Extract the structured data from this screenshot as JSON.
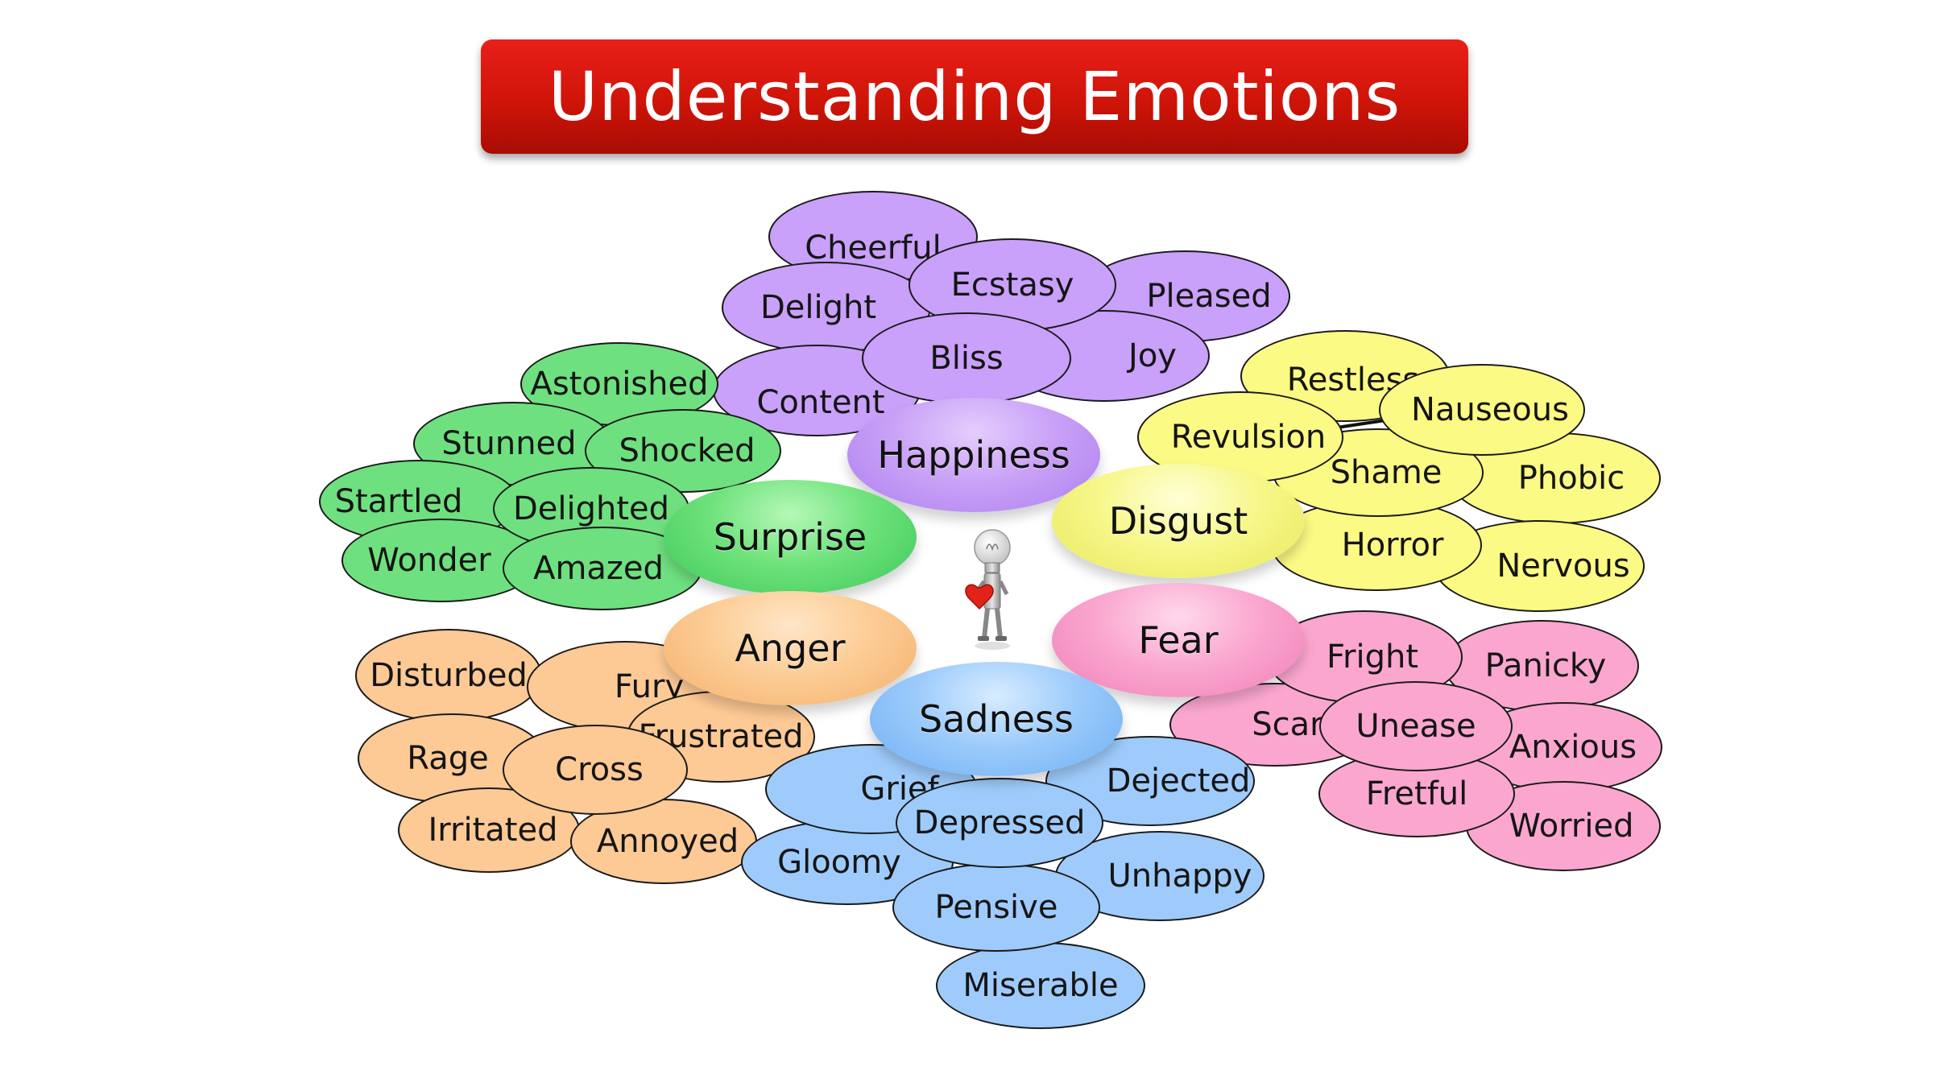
{
  "title": "Understanding Emotions",
  "colors": {
    "banner": "#d01407",
    "happiness": "#c9a0fa",
    "surprise": "#6fe07f",
    "disgust": "#fbfa84",
    "anger": "#fdc995",
    "fear": "#fba6cf",
    "sadness": "#9ecbfb"
  },
  "core": {
    "happiness": "Happiness",
    "surprise": "Surprise",
    "disgust": "Disgust",
    "anger": "Anger",
    "fear": "Fear",
    "sadness": "Sadness"
  },
  "happiness": [
    "Cheerful",
    "Delight",
    "Ecstasy",
    "Pleased",
    "Bliss",
    "Joy",
    "Content"
  ],
  "surprise": [
    "Astonished",
    "Stunned",
    "Shocked",
    "Startled",
    "Delighted",
    "Wonder",
    "Amazed"
  ],
  "disgust": [
    "Restless",
    "Nauseous",
    "Revulsion",
    "Shame",
    "Phobic",
    "Horror",
    "Nervous"
  ],
  "anger": [
    "Disturbed",
    "Fury",
    "Frustrated",
    "Rage",
    "Cross",
    "Irritated",
    "Annoyed"
  ],
  "fear": [
    "Fright",
    "Panicky",
    "Scared",
    "Unease",
    "Anxious",
    "Fretful",
    "Worried"
  ],
  "sadness": [
    "Grief",
    "Dejected",
    "Depressed",
    "Gloomy",
    "Unhappy",
    "Pensive",
    "Miserable"
  ],
  "icons": {
    "figure": "lightbulb-robot-holding-heart-icon"
  }
}
